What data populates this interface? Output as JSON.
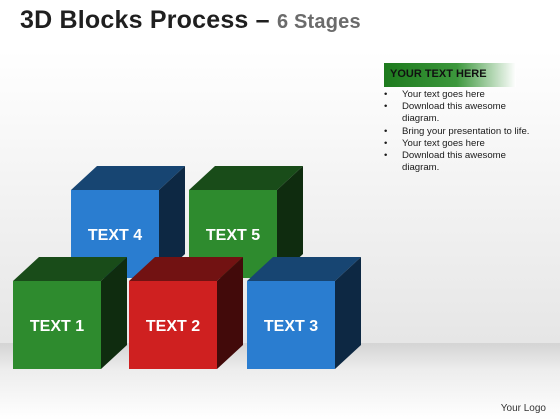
{
  "title": {
    "main": "3D Blocks Process –",
    "stages": "6 Stages"
  },
  "panel": {
    "header": "YOUR TEXT HERE",
    "bullets": [
      "Your text goes here",
      "Download this awesome diagram.",
      "Bring your presentation to life.",
      "Your text goes here",
      "Download this awesome diagram."
    ]
  },
  "blocks": [
    {
      "label": "TEXT 1",
      "color": "#2e8b2e"
    },
    {
      "label": "TEXT 2",
      "color": "#cf2020"
    },
    {
      "label": "TEXT 3",
      "color": "#2a7dd0"
    },
    {
      "label": "TEXT 4",
      "color": "#2a7dd0"
    },
    {
      "label": "TEXT 5",
      "color": "#2e8b2e"
    }
  ],
  "footer": {
    "logo": "Your Logo"
  }
}
